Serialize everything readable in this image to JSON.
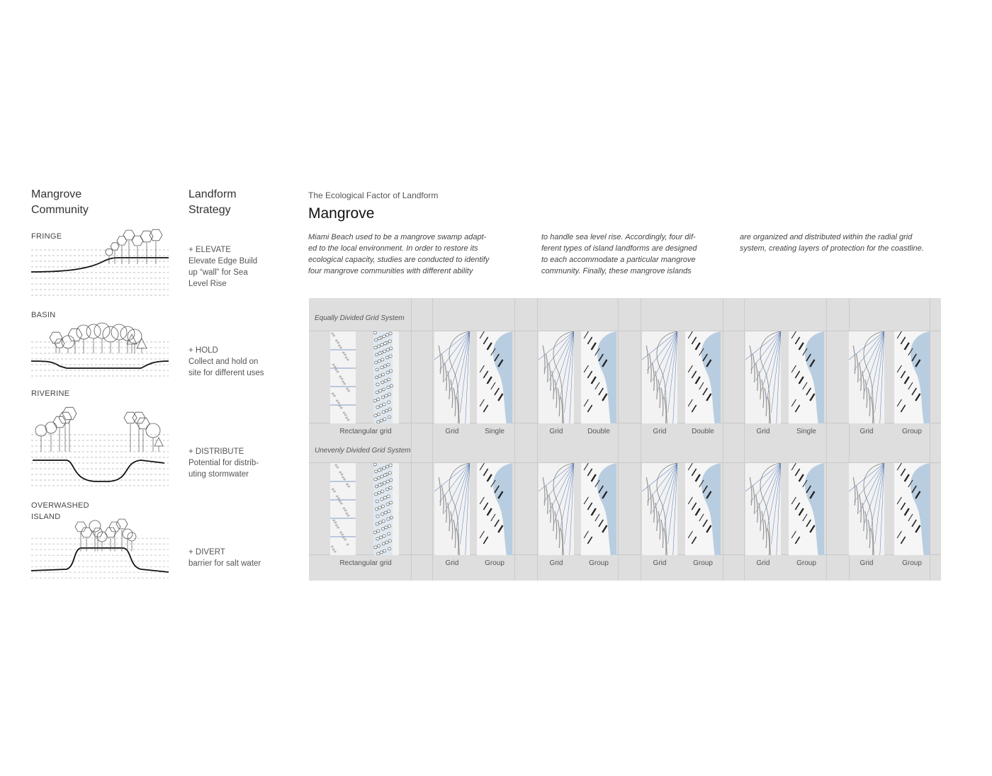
{
  "left": {
    "community_heading": [
      "Mangrove",
      "Community"
    ],
    "strategy_heading": [
      "Landform",
      "Strategy"
    ],
    "rows": [
      {
        "community": [
          "FRINGE"
        ],
        "strategy_title": "+ ELEVATE",
        "strategy_lines": [
          "Elevate Edge Build",
          "up “wall” for Sea",
          "Level Rise"
        ]
      },
      {
        "community": [
          "BASIN"
        ],
        "strategy_title": "+ HOLD",
        "strategy_lines": [
          "Collect and hold on",
          "site for different uses"
        ]
      },
      {
        "community": [
          "RIVERINE"
        ],
        "strategy_title": "+ DISTRIBUTE",
        "strategy_lines": [
          "Potential for distrib-",
          "uting stormwater"
        ]
      },
      {
        "community": [
          "OVERWASHED",
          "ISLAND"
        ],
        "strategy_title": "+ DIVERT",
        "strategy_lines": [
          "barrier for salt water"
        ]
      }
    ]
  },
  "header": {
    "kicker": "The Ecological Factor of Landform",
    "title": "Mangrove",
    "columns": [
      [
        "Miami Beach used to be a mangrove swamp adapt-",
        "ed to the local environment. In order to restore its",
        "ecological capacity, studies are conducted to identify",
        "four mangrove communities with different ability"
      ],
      [
        "to handle sea level rise. Accordingly, four dif-",
        "ferent types of island landforms are designed",
        "to each accommodate a particular mangrove",
        "community. Finally, these mangrove islands"
      ],
      [
        "are organized and distributed within the radial grid",
        "system, creating layers of protection for the coastline."
      ]
    ]
  },
  "panel": {
    "rows": [
      {
        "system": "Equally Divided Grid System",
        "first_label": "Rectangular grid",
        "pairs": [
          [
            "Grid",
            "Single"
          ],
          [
            "Grid",
            "Double"
          ],
          [
            "Grid",
            "Double"
          ],
          [
            "Grid",
            "Single"
          ],
          [
            "Grid",
            "Group"
          ]
        ]
      },
      {
        "system": "Unevenly Divided Grid System",
        "first_label": "Rectangular grid",
        "pairs": [
          [
            "Grid",
            "Group"
          ],
          [
            "Grid",
            "Group"
          ],
          [
            "Grid",
            "Group"
          ],
          [
            "Grid",
            "Group"
          ],
          [
            "Grid",
            "Group"
          ]
        ]
      }
    ],
    "colors": {
      "panel_bg": "#dedede",
      "water_blue": "#b9cde0",
      "grid_line_blue": "#5d7fb8"
    }
  }
}
